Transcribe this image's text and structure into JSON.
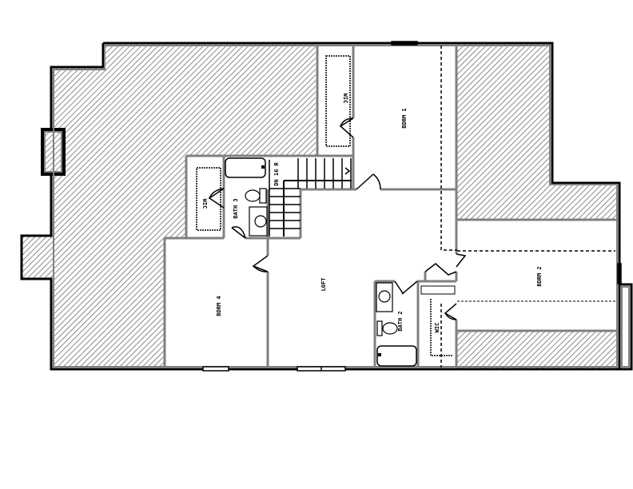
{
  "plan": {
    "type": "floor-plan",
    "colors": {
      "outer_wall": "#000000",
      "inner_wall": "#808080",
      "hatch": "#8a8a8a",
      "room_fill": "#ffffff"
    },
    "rooms": {
      "bedroom1": "BDRM 1",
      "bedroom2": "BDRM 2",
      "bedroom4": "BDRM 4",
      "loft": "LOFT",
      "bath2": "BATH 2",
      "bath3": "BATH 3",
      "wic_bdrm1": "WIC",
      "wic_bath3": "WIC",
      "wic_bath2": "WIC",
      "stairs": "DN 16 R"
    }
  }
}
